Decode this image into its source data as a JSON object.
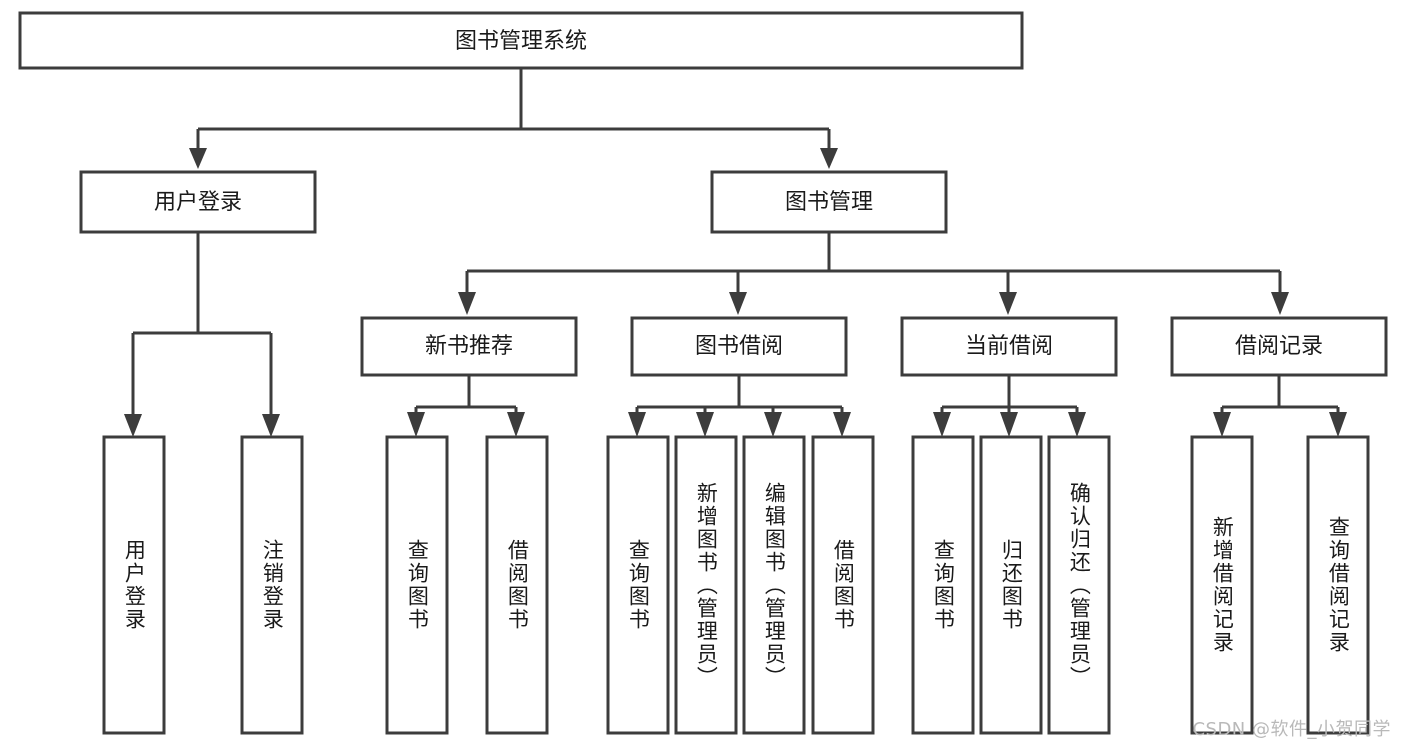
{
  "diagram": {
    "type": "tree",
    "title": "图书管理系统",
    "root": {
      "id": "root",
      "label": "图书管理系统",
      "orientation": "horizontal"
    },
    "level2": [
      {
        "id": "user-login",
        "label": "用户登录",
        "orientation": "horizontal"
      },
      {
        "id": "book-manage",
        "label": "图书管理",
        "orientation": "horizontal"
      }
    ],
    "level3": [
      {
        "id": "new-book-recommend",
        "label": "新书推荐",
        "orientation": "horizontal",
        "parent": "book-manage"
      },
      {
        "id": "book-borrow",
        "label": "图书借阅",
        "orientation": "horizontal",
        "parent": "book-manage"
      },
      {
        "id": "current-borrow",
        "label": "当前借阅",
        "orientation": "horizontal",
        "parent": "book-manage"
      },
      {
        "id": "borrow-record",
        "label": "借阅记录",
        "orientation": "horizontal",
        "parent": "book-manage"
      }
    ],
    "leaves": [
      {
        "id": "leaf-user-login",
        "label": "用户登录",
        "parent": "user-login",
        "orientation": "vertical"
      },
      {
        "id": "leaf-logout-login",
        "label": "注销登录",
        "parent": "user-login",
        "orientation": "vertical"
      },
      {
        "id": "leaf-query-book-1",
        "label": "查询图书",
        "parent": "new-book-recommend",
        "orientation": "vertical"
      },
      {
        "id": "leaf-borrow-book-1",
        "label": "借阅图书",
        "parent": "new-book-recommend",
        "orientation": "vertical"
      },
      {
        "id": "leaf-query-book-2",
        "label": "查询图书",
        "parent": "book-borrow",
        "orientation": "vertical"
      },
      {
        "id": "leaf-add-book",
        "label": "新增图书（管理员）",
        "parent": "book-borrow",
        "orientation": "vertical"
      },
      {
        "id": "leaf-edit-book",
        "label": "编辑图书（管理员）",
        "parent": "book-borrow",
        "orientation": "vertical"
      },
      {
        "id": "leaf-borrow-book-2",
        "label": "借阅图书",
        "parent": "book-borrow",
        "orientation": "vertical"
      },
      {
        "id": "leaf-query-book-3",
        "label": "查询图书",
        "parent": "current-borrow",
        "orientation": "vertical"
      },
      {
        "id": "leaf-return-book",
        "label": "归还图书",
        "parent": "current-borrow",
        "orientation": "vertical"
      },
      {
        "id": "leaf-confirm-return",
        "label": "确认归还（管理员）",
        "parent": "current-borrow",
        "orientation": "vertical"
      },
      {
        "id": "leaf-add-record",
        "label": "新增借阅记录",
        "parent": "borrow-record",
        "orientation": "vertical"
      },
      {
        "id": "leaf-query-record",
        "label": "查询借阅记录",
        "parent": "borrow-record",
        "orientation": "vertical"
      }
    ],
    "colors": {
      "stroke": "#3c3c3c",
      "fill": "#ffffff",
      "text": "#1a1a1a",
      "watermark": "#b9b9b9",
      "background": "#ffffff"
    }
  },
  "watermark": {
    "text": "CSDN @软件_小贺同学"
  }
}
